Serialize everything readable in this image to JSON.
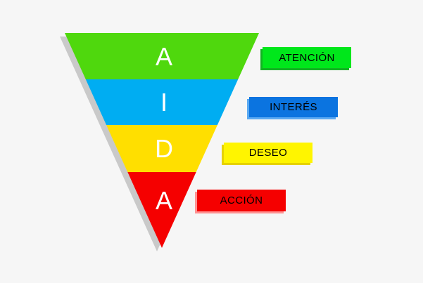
{
  "funnel": {
    "stages": [
      {
        "letter": "A",
        "label": "ATENCIÓN",
        "band_color": "#4fd80d",
        "label_color": "#00e71b"
      },
      {
        "letter": "I",
        "label": "INTERÉS",
        "band_color": "#00adf2",
        "label_color": "#0b74e0"
      },
      {
        "letter": "D",
        "label": "DESEO",
        "band_color": "#ffdf00",
        "label_color": "#fff500"
      },
      {
        "letter": "A",
        "label": "ACCIÓN",
        "band_color": "#f50000",
        "label_color": "#f50000"
      }
    ],
    "letter_text_color": "#ffffff",
    "label_text_color": "#000000",
    "shadow_color": "#c9c9c9",
    "background_color": "#f6f6f6"
  }
}
